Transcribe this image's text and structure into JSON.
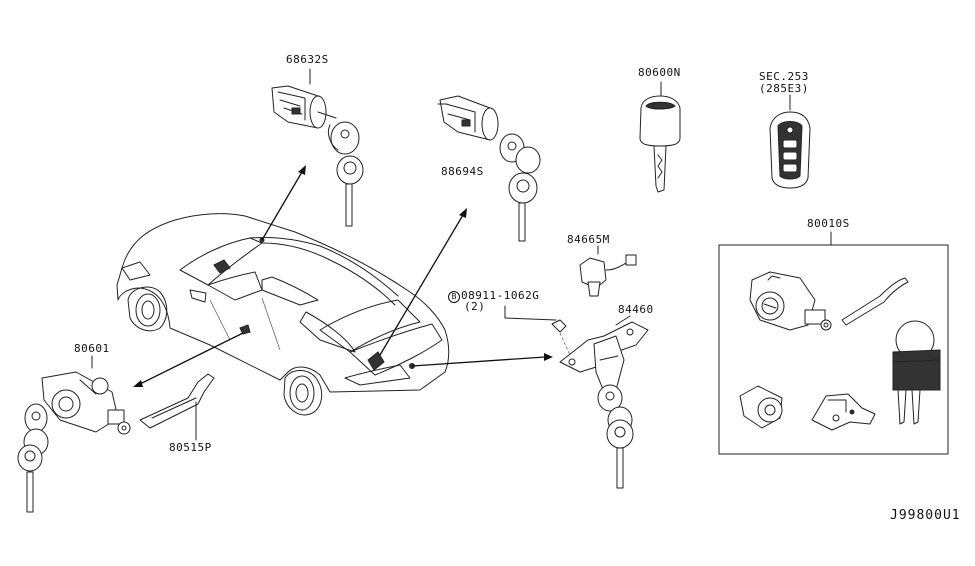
{
  "diagram": {
    "callouts": {
      "part_68632S": "68632S",
      "part_88694S": "88694S",
      "part_80600N": "80600N",
      "sec_ref_line1": "SEC.253",
      "sec_ref_line2": "(285E3)",
      "part_80010S": "80010S",
      "part_84665M": "84665M",
      "part_08911_prefix": "B",
      "part_08911": "08911-1062G",
      "part_08911_qty": "(2)",
      "part_84460": "84460",
      "part_80601": "80601",
      "part_80515P": "80515P",
      "diagram_id": "J99800U1"
    }
  }
}
